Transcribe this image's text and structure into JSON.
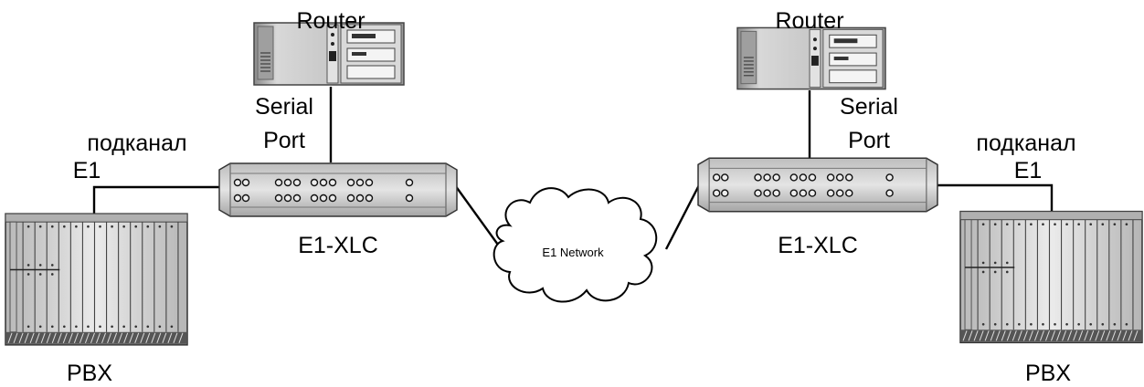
{
  "nodes": {
    "router_left": {
      "label": "Router"
    },
    "router_right": {
      "label": "Router"
    },
    "mux_left": {
      "label": "E1-XLC"
    },
    "mux_right": {
      "label": "E1-XLC"
    },
    "pbx_left": {
      "label": "PBX"
    },
    "pbx_right": {
      "label": "PBX"
    },
    "network": {
      "label": "E1 Network"
    }
  },
  "links": {
    "serial_left": {
      "line1": "Serial",
      "line2": "Port"
    },
    "serial_right": {
      "line1": "Serial",
      "line2": "Port"
    },
    "e1_left": {
      "line1": "подканал",
      "line2": "E1"
    },
    "e1_right": {
      "line1": "подканал",
      "line2": "E1"
    }
  },
  "colors": {
    "line": "#000000",
    "device_light": "#d2d2d2",
    "device_mid": "#a8a8a8",
    "device_dark": "#606060",
    "background": "#ffffff"
  },
  "icons": [
    "router-icon",
    "multiplexer-icon",
    "pbx-icon",
    "cloud-icon"
  ]
}
